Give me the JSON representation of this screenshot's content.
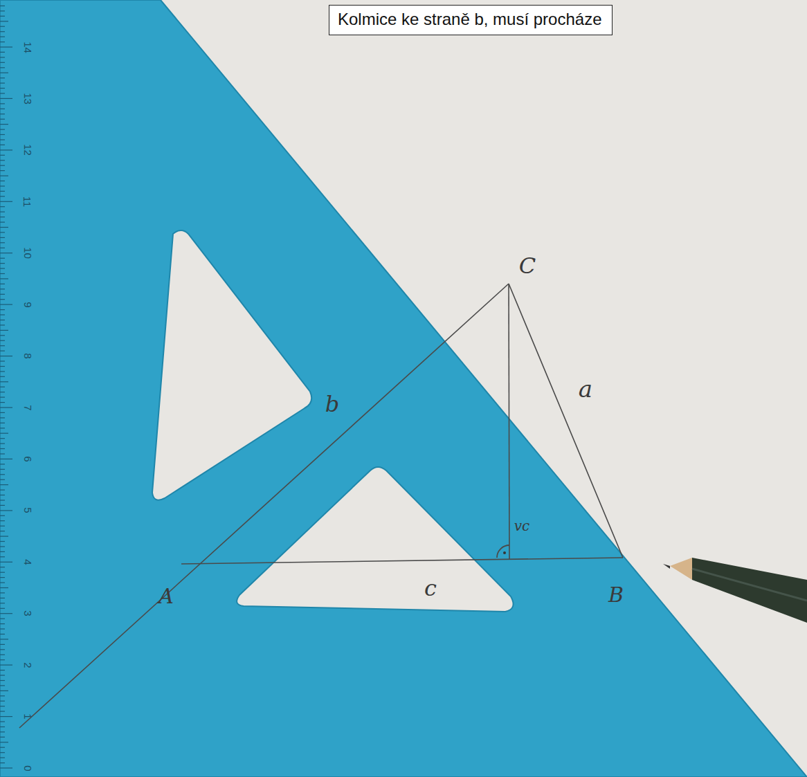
{
  "diagram": {
    "nodes": [
      {
        "text": [
          "Kolmice ke straně b, musí procháze"
        ]
      }
    ],
    "labels": [
      "0",
      "1",
      "2",
      "3",
      "4",
      "5",
      "6",
      "7",
      "8",
      "9",
      "10",
      "11",
      "12",
      "13",
      "14",
      "C",
      "a",
      "b",
      "c",
      "A",
      "B",
      "vc"
    ]
  }
}
